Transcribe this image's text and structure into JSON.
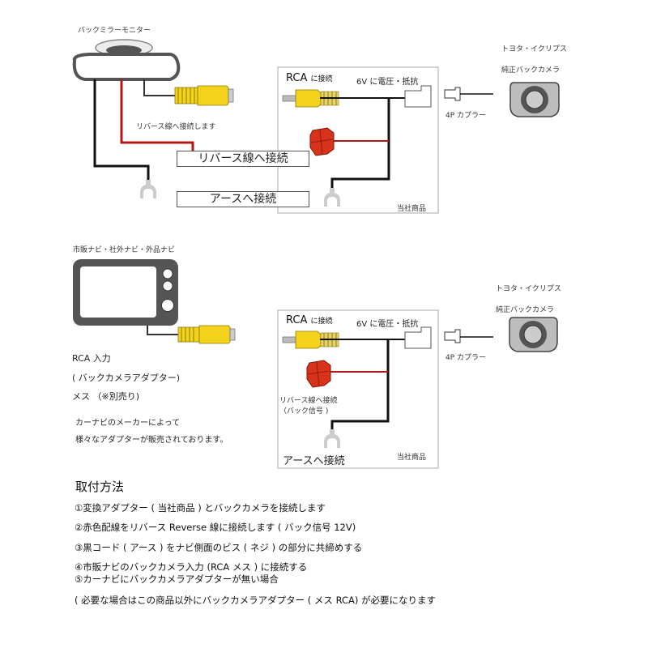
{
  "diagram1": {
    "mirror_label": "バックミラーモニター",
    "reverse_wire_note": "リバース線へ接続します",
    "reverse_box_label": "リバース線へ接続",
    "ground_box_label": "アースへ接続",
    "product": {
      "rca_label": "RCA",
      "rca_suffix": "に接続",
      "voltage_label": "6V に電圧・抵抗",
      "brand_label": "当社商品"
    },
    "coupler_label": "4P カプラー",
    "camera_title_1": "トヨタ・イクリプス",
    "camera_title_2": "純正バックカメラ"
  },
  "diagram2": {
    "navi_label": "市販ナビ・社外ナビ・外品ナビ",
    "rca_input_line1": "RCA 入力",
    "rca_input_line2": "( バックカメラアダプター)",
    "rca_input_line3": "メス （※別売り)",
    "maker_note_line1": "カーナビのメーカーによって",
    "maker_note_line2": "様々なアダプターが販売されております。",
    "product": {
      "rca_label": "RCA",
      "rca_suffix": "に接続",
      "voltage_label": "6V に電圧・抵抗",
      "reverse_label_1": "リバース線へ接続",
      "reverse_label_2": "（バック信号 )",
      "ground_label": "アースへ接続",
      "brand_label": "当社商品"
    },
    "coupler_label": "4P カプラー",
    "camera_title_1": "トヨタ・イクリプス",
    "camera_title_2": "純正バックカメラ"
  },
  "instructions": {
    "title": "取付方法",
    "steps": [
      "①変換アダプター ( 当社商品 ) とバックカメラを接続します",
      "②赤色配線をリバース Reverse 線に接続します ( バック信号 12V)",
      "③黒コード ( アース ) をナビ側面のビス ( ネジ ) の部分に共締めする",
      "④市販ナビのバックカメラ入力 (RCA メス ) に接続する",
      "⑤カーナビにバックカメラアダプターが無い場合",
      "( 必要な場合はこの商品以外にバックカメラアダプター ( メス RCA)  が必要になります"
    ]
  },
  "colors": {
    "wire_black": "#111111",
    "wire_red": "#b01818",
    "rca_yellow": "#f2d21a",
    "plug_red": "#d8321a",
    "device_gray": "#555555",
    "lug_gray": "#cccccc"
  }
}
